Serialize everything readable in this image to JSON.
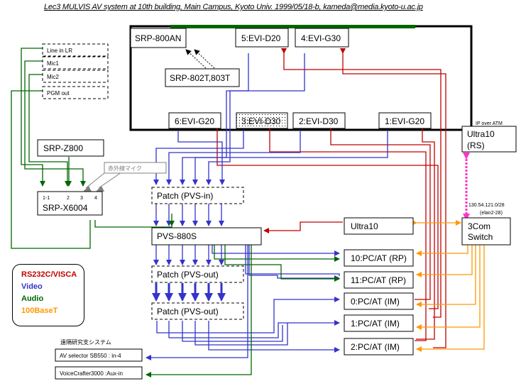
{
  "title": "Lec3 MULVIS AV system at 10th building, Main Campus, Kyoto Univ.  1999/05/18-b, kameda@media.kyoto-u.ac.jp",
  "colors": {
    "rs232c": "#c00000",
    "video": "#3333cc",
    "audio": "#006600",
    "net": "#ff9900",
    "atm": "#ff33cc",
    "ir": "#808080"
  },
  "legend": {
    "rs232c": "RS232C/VISCA",
    "video": "Video",
    "audio": "Audio",
    "net": "100BaseT"
  },
  "room": {
    "srp800an": "SRP-800AN",
    "srp802t": "SRP-802T,803T",
    "cam5": "5:EVI-D20",
    "cam4": "4:EVI-G30",
    "cam6": "6:EVI-G20",
    "cam3": "3:EVI-D30",
    "cam2": "2:EVI-D30",
    "cam1": "1:EVI-G20"
  },
  "audio_ports": [
    "Line in LR",
    "Mic1",
    "Mic2",
    "PGM out"
  ],
  "srpz800": "SRP-Z800",
  "ir_mic": "赤外線マイク",
  "srpx6004": {
    "name": "SRP-X6004",
    "ports": [
      "1-1",
      "2",
      "3",
      "4"
    ]
  },
  "patch_in": "Patch (PVS-in)",
  "pvs": "PVS-880S",
  "patch_out1": "Patch (PVS-out)",
  "patch_out2": "Patch (PVS-out)",
  "ultra10": "Ultra10",
  "pcs": [
    "10:PC/AT (RP)",
    "11:PC/AT (RP)",
    "0:PC/AT (IM)",
    "1:PC/AT (IM)",
    "2:PC/AT (IM)"
  ],
  "ultra10rs": {
    "line1": "Ultra10",
    "line2": "(RS)"
  },
  "ip_over_atm": "IP over ATM",
  "subnet": "130.54.121.0/28",
  "elan": "(elan2-28)",
  "switch3com": {
    "line1": "3Com",
    "line2": "Switch"
  },
  "remote_system": "遠隔研究支システム",
  "av_selector": "AV selector  SB550   : in-4",
  "voicecrafter": "VoiceCrafter3000  :Aux-in"
}
